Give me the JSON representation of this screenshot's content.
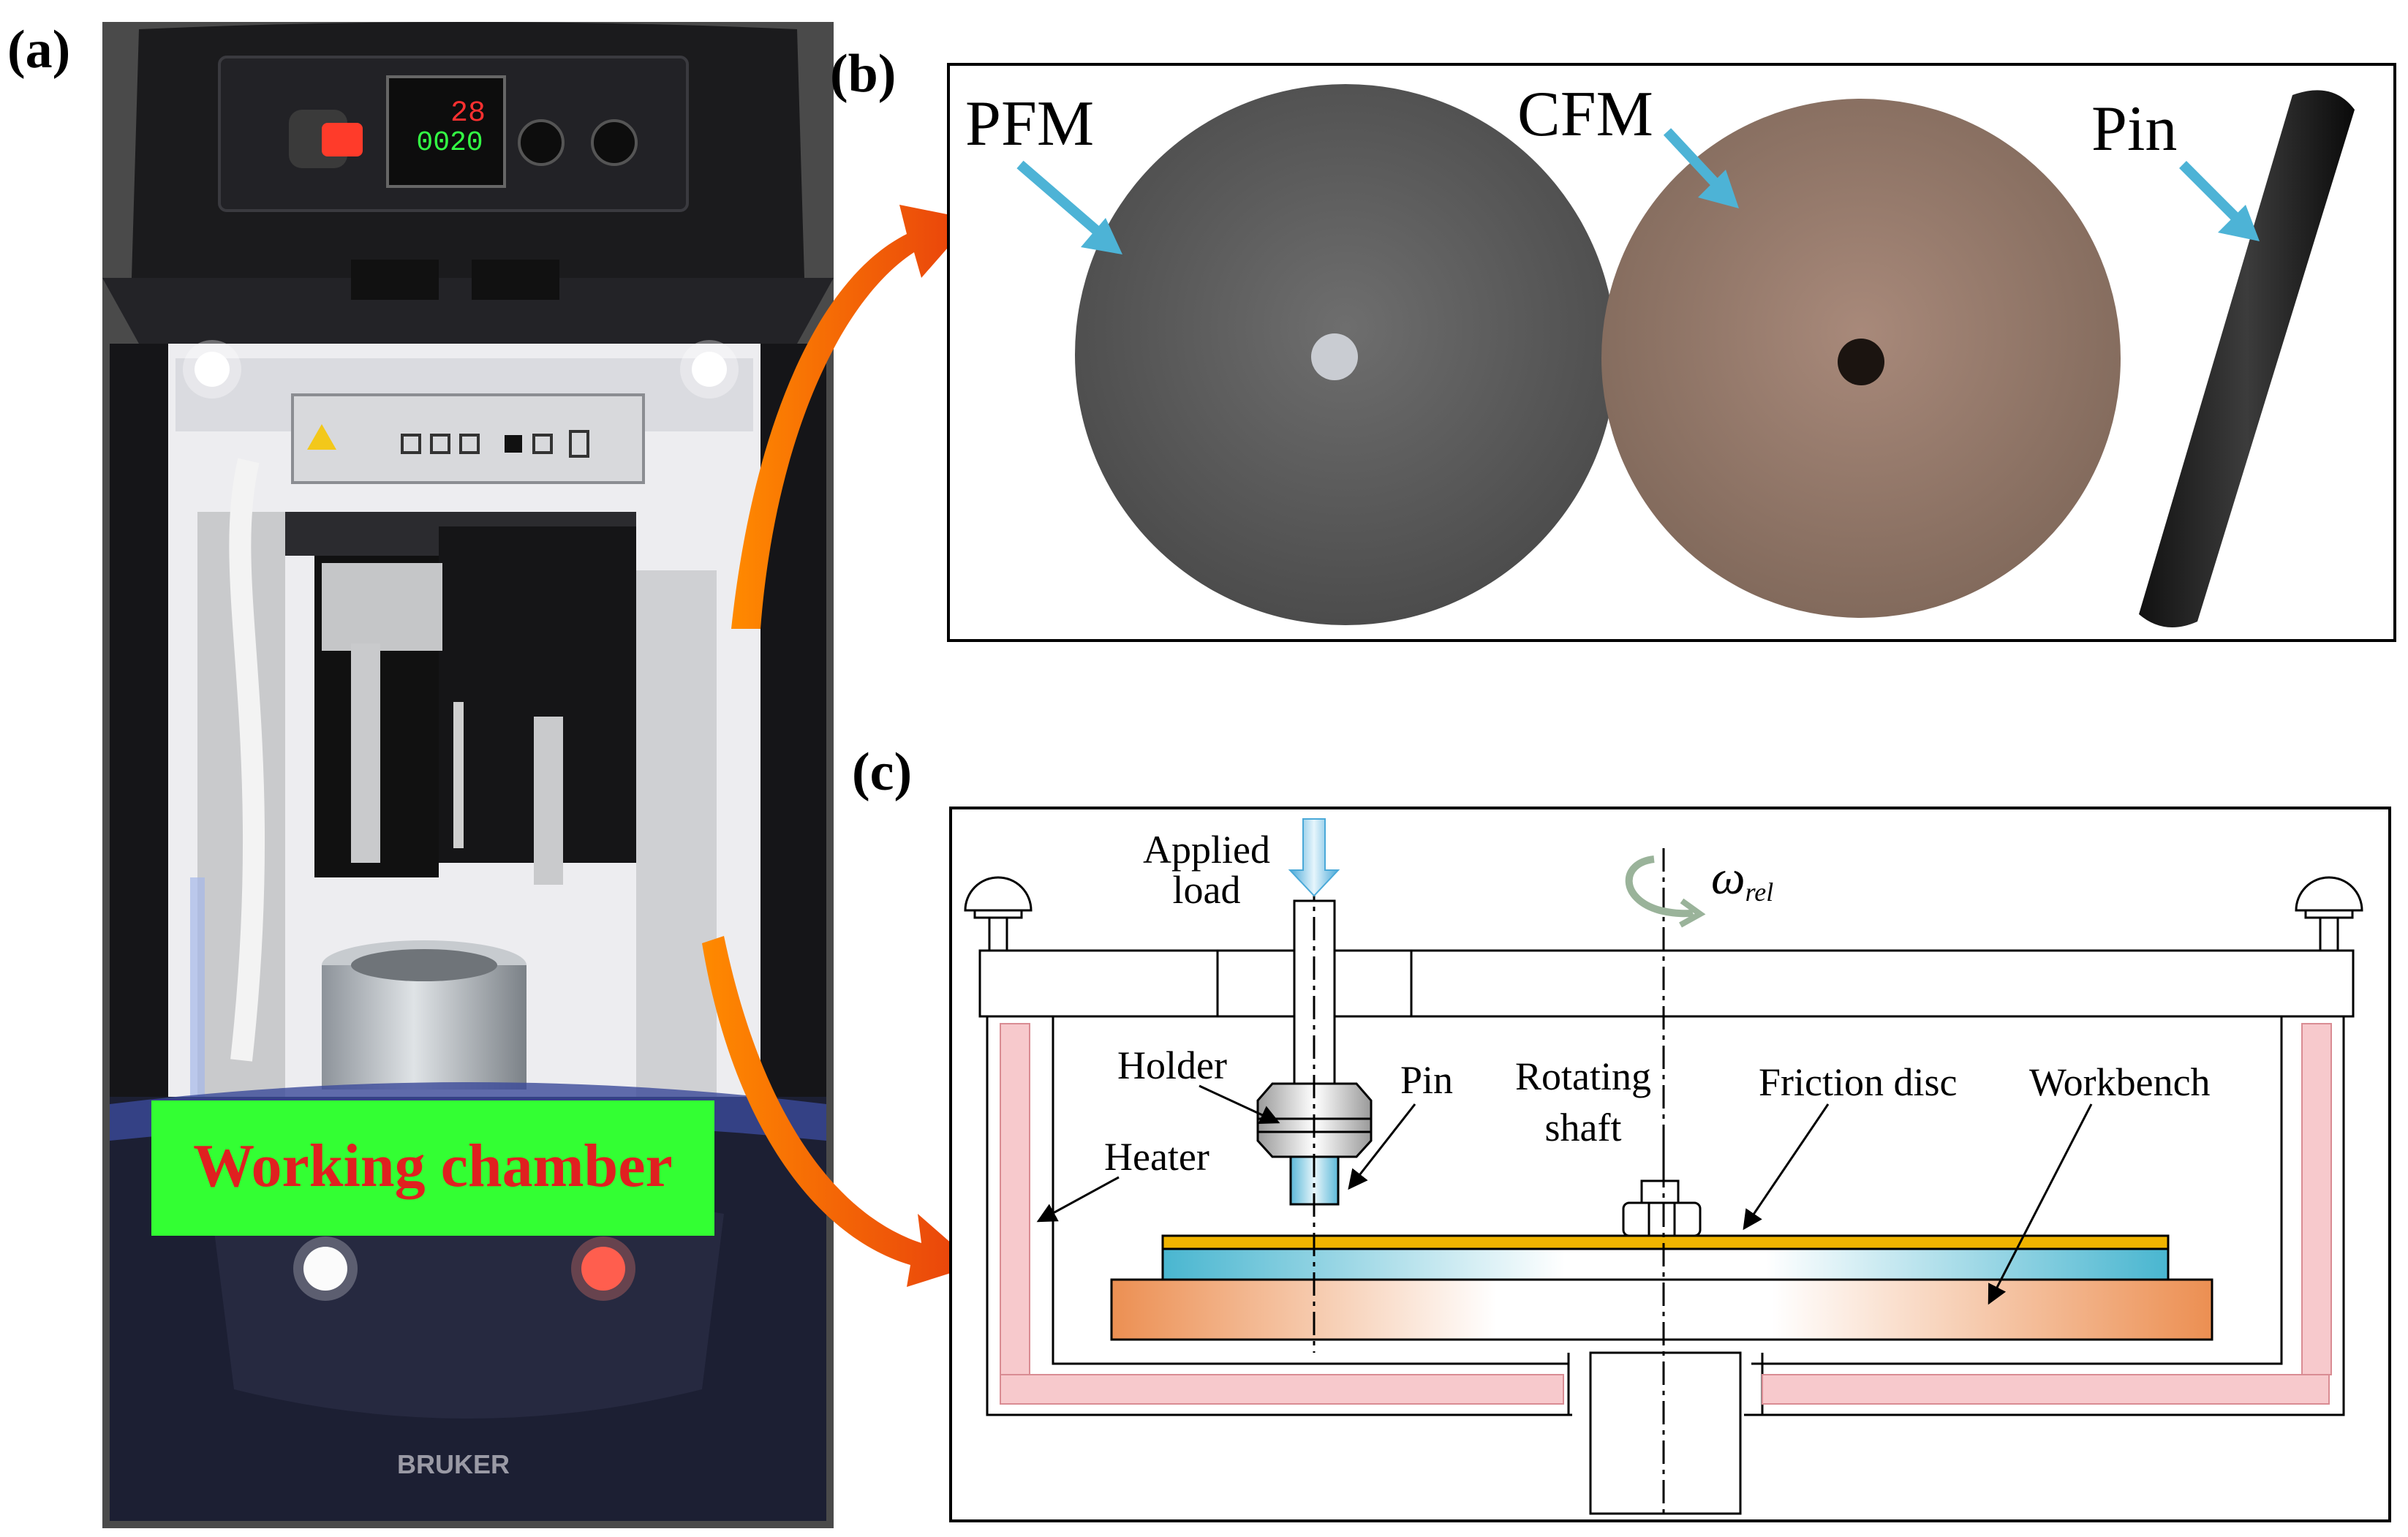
{
  "panels": {
    "a": {
      "label": "(a)",
      "chamber_label": "Working chamber",
      "controller_readout_top": "28",
      "controller_readout_bottom": "0020",
      "brand": "BRUKER"
    },
    "b": {
      "label": "(b)",
      "pfm": "PFM",
      "cfm": "CFM",
      "pin": "Pin"
    },
    "c": {
      "label": "(c)",
      "applied_load": [
        "Applied",
        "load"
      ],
      "omega_symbol": "ω",
      "omega_sub": "rel",
      "holder": "Holder",
      "pin": "Pin",
      "heater": "Heater",
      "rotating_shaft": [
        "Rotating",
        "shaft"
      ],
      "friction_disc": "Friction disc",
      "workbench": "Workbench"
    }
  },
  "colors": {
    "chamber_label_bg": "#33ff33",
    "chamber_label_text": "#e02020",
    "arrow_orange": "#f05a10",
    "pointer_blue": "#4db3d6",
    "heater_pink": "#f7c9cc",
    "friction_disc_yellow": "#f0b400",
    "disc_blue": "#49b6d0",
    "workbench_orange": "#ec8f52"
  }
}
